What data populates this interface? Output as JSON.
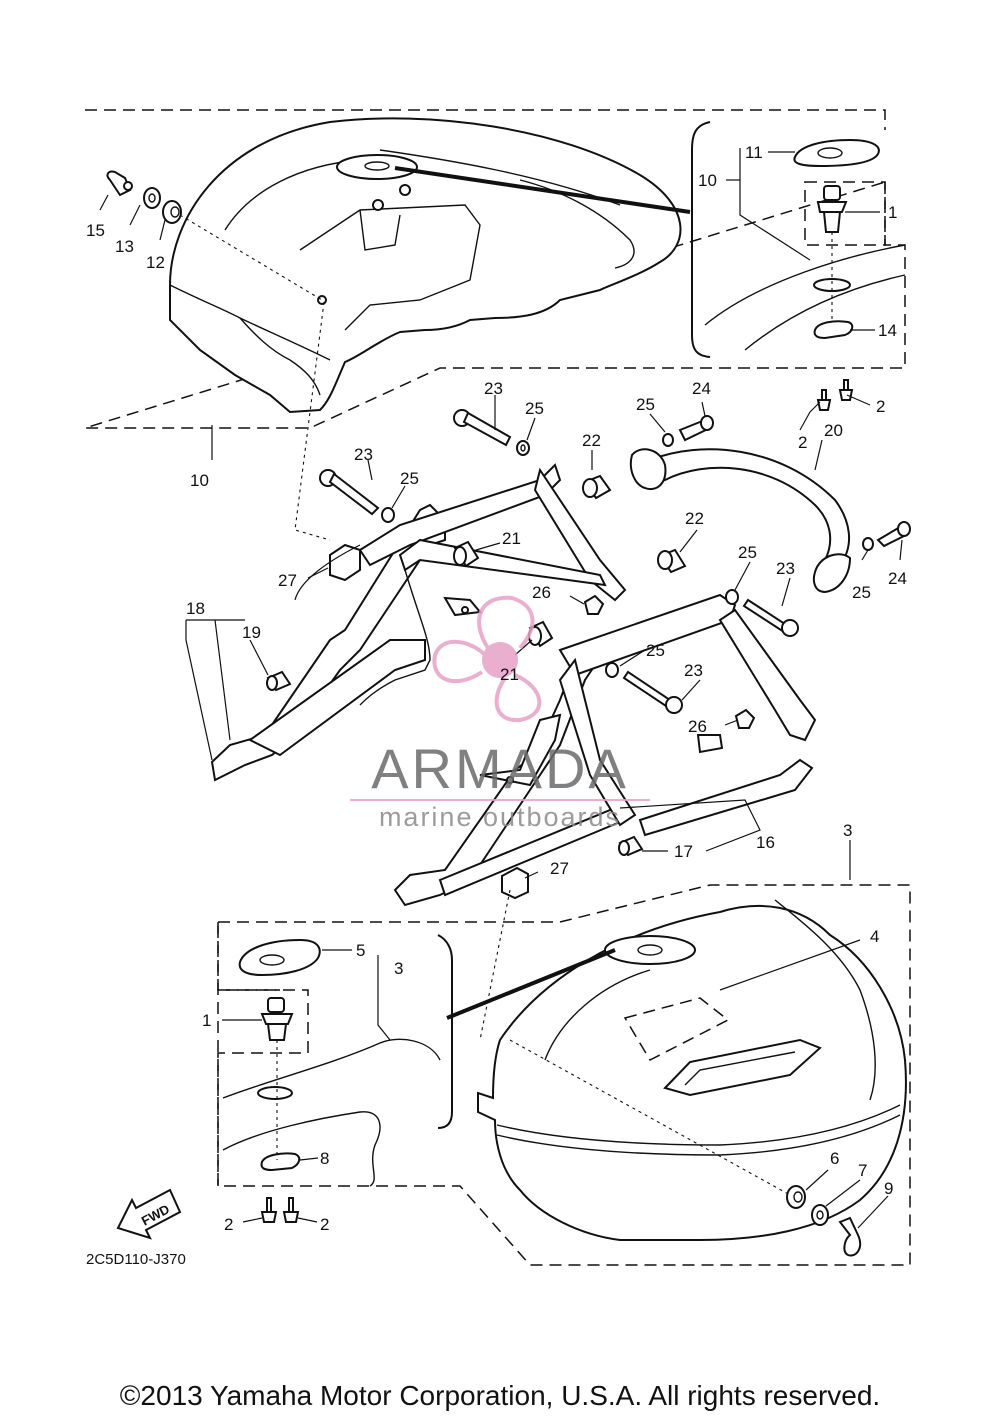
{
  "diagram": {
    "callouts": {
      "c1_top": "1",
      "c2_a": "2",
      "c2_b": "2",
      "c10_top": "10",
      "c11": "11",
      "c14": "14",
      "c15": "15",
      "c13": "13",
      "c12": "12",
      "c10_bottom": "10",
      "c23_a": "23",
      "c25_a": "25",
      "c25_b": "25",
      "c24_a": "24",
      "c22_a": "22",
      "c23_b": "23",
      "c25_c": "25",
      "c21_a": "21",
      "c20": "20",
      "c27_a": "27",
      "c18": "18",
      "c19": "19",
      "c26_a": "26",
      "c21_b": "21",
      "c22_b": "22",
      "c25_d": "25",
      "c23_c": "23",
      "c25_e": "25",
      "c24_b": "24",
      "c25_f": "25",
      "c23_d": "23",
      "c26_b": "26",
      "c17": "17",
      "c16": "16",
      "c3_a": "3",
      "c27_b": "27",
      "c4": "4",
      "c5": "5",
      "c3_b": "3",
      "c1_bottom": "1",
      "c8": "8",
      "c2_c": "2",
      "c2_d": "2",
      "c6": "6",
      "c7": "7",
      "c9": "9"
    },
    "fwd_label": "FWD",
    "drawing_code": "2C5D110-J370"
  },
  "watermark": {
    "brand": "ARMADA",
    "tagline": "marine outboards",
    "accent_color": "#e7a2c7"
  },
  "footer": {
    "copyright": "©2013 Yamaha Motor Corporation, U.S.A. All rights reserved."
  }
}
